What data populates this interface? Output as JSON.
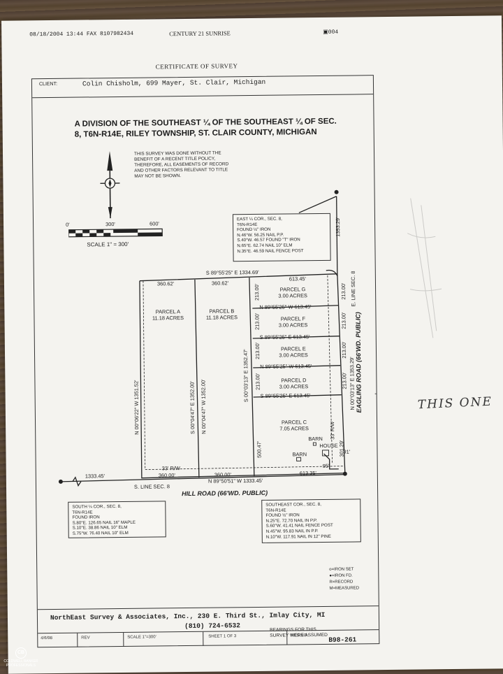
{
  "fax_header": {
    "left": "08/18/2004 13:44 FAX 8107982434",
    "center": "CENTURY 21 SUNRISE",
    "right": "▣004"
  },
  "certificate_title": "CERTIFICATE OF SURVEY",
  "client": {
    "label": "CLIENT:",
    "value": "Colin Chisholm, 699 Mayer, St. Clair, Michigan"
  },
  "heading_line1": "A DIVISION OF THE SOUTHEAST ¼ OF THE SOUTHEAST ¼ OF SEC.",
  "heading_line2": "8, T6N-R14E, RILEY TOWNSHIP, ST. CLAIR COUNTY, MICHIGAN",
  "title_note": "THIS SURVEY WAS DONE WITHOUT THE BENEFIT OF A RECENT TITLE POLICY, THEREFORE, ALL EASEMENTS OF RECORD AND OTHER FACTORS RELEVANT TO TITLE MAY NOT BE SHOWN.",
  "scale_bar": {
    "tick0": "0'",
    "tick1": "300'",
    "tick2": "600'",
    "caption": "SCALE 1\" = 300'"
  },
  "east_corner_box": "EAST ¼ COR., SEC. 8,\nT6N-R14E\nFOUND ½\" IRON\nN.46°W. 56.25 NAIL P.P.\nS.40°W. 46.57 FOUND \"T\" IRON\nN.65°E. 62.74 NAIL 10\" ELM\nN.35°E. 46.59 NAIL FENCE POST",
  "south_corner_box": "SOUTH ¼ COR., SEC. 8,\nT6N-R14E\nFOUND IRON\nS.80°E. 126.65 NAIL 16\" MAPLE\nS.10°E. 38.86 NAIL 10\" ELM\nS.75°W. 76.40 NAIL 10\" ELM",
  "southeast_corner_box": "SOUTHEAST COR., SEC. 8,\nT6N-R14E\nFOUND ½\" IRON\nN.25°E. 72.70 NAIL IN P.P.\nS.60°W. 41.41 NAIL FENCE POST\nN.45°W. 95.83 NAIL IN P.P.\nN.10°W. 117.91 NAIL IN 12\" PINE",
  "map_labels": {
    "north_line": "S 89°55'25\" E 1334.69'",
    "north_a": "360.62'",
    "north_b": "360.62'",
    "north_g": "613.45'",
    "east_north": "1353.29'",
    "east_line": "E. LINE SEC. 8",
    "eagling_road": "EAGLING ROAD (66'WD. PUBLIC)",
    "east_bearing": "N 00°03'13\" E 1353.29'",
    "parcel_a_west": "N 00°06'22\" W 1351.52'",
    "parcel_a_east": "S 00°04'47\" E 1352.00'",
    "parcel_b_east": "N 00°04'47\" W 1352.00'",
    "parcel_c_west": "S 00°03'13\" E 1352.47'",
    "parcel_c_500": "500.47'",
    "depth_213": "213.00'",
    "line_gf": "N 89°55'25\" W 613.45'",
    "line_fe": "S 89°55'25\" E 613.45'",
    "line_ed": "N 89°55'25\" W 613.45'",
    "line_dc": "S 89°55'25\" E 613.45'",
    "east_33": "33' R/W",
    "east_301": "301.29'",
    "east_91": "91'",
    "south_rw": "33' R/W",
    "south_360a": "360.00'",
    "south_360b": "360.00'",
    "south_613": "613.35'",
    "south_west": "1333.45'",
    "south_bearing": "N 89°50'51\" W 1333.45'",
    "s_line": "S. LINE SEC. 8",
    "hill_road": "HILL ROAD (66'WD. PUBLIC)",
    "house": "HOUSE",
    "barn1": "BARN",
    "barn2": "BARN",
    "d95": "95'"
  },
  "parcels": [
    {
      "name": "PARCEL A",
      "area": "11.18 ACRES"
    },
    {
      "name": "PARCEL B",
      "area": "11.18 ACRES"
    },
    {
      "name": "PARCEL G",
      "area": "3.00 ACRES"
    },
    {
      "name": "PARCEL F",
      "area": "3.00 ACRES"
    },
    {
      "name": "PARCEL E",
      "area": "3.00 ACRES"
    },
    {
      "name": "PARCEL D",
      "area": "3.00 ACRES"
    },
    {
      "name": "PARCEL C",
      "area": "7.05 ACRES"
    }
  ],
  "bearings_note": "BEARINGS FOR THIS SURVEY WERE ASSUMED",
  "legend": [
    "o=IRON SET",
    "●=IRON FD.",
    "R=RECORD",
    "M=MEASURED"
  ],
  "firm": {
    "name": "NorthEast Survey & Associates, Inc., 230 E. Third St., Imlay City, MI",
    "phone": "(810) 724-6532"
  },
  "title_block": {
    "date": "4/6/98",
    "rev": "REV",
    "scale": "SCALE 1\"=300'",
    "sheet": "SHEET 1 OF 3",
    "job_label": "NES NO.",
    "job_no": "B98-261"
  },
  "handwritten": "THIS ONE",
  "brand_logo": {
    "monogram": "CB",
    "line1": "COLDWELL BANKER",
    "line2": "PROFESSIONALS"
  }
}
